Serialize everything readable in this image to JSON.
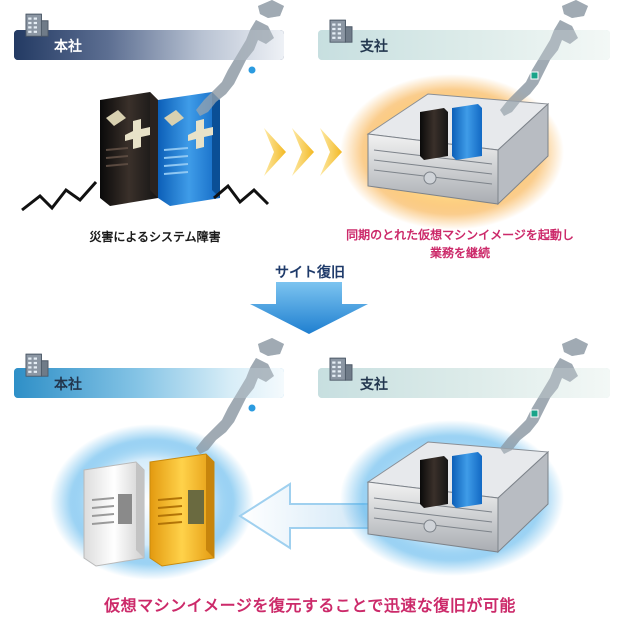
{
  "top": {
    "hq_label": "本社",
    "branch_label": "支社",
    "hq_caption": "災害によるシステム障害",
    "branch_caption_line1": "同期のとれた仮想マシンイメージを起動し",
    "branch_caption_line2": "業務を継続"
  },
  "middle": {
    "arrow_label": "サイト復旧"
  },
  "bottom": {
    "hq_label": "本社",
    "branch_label": "支社",
    "caption": "仮想マシンイメージを復元することで迅速な復旧が可能"
  },
  "colors": {
    "caption_pink": "#cc2a6a",
    "hq_navy": "#233a63",
    "arrow_blue": "#1f7fd0",
    "glow_orange": "#f7a531",
    "glow_blue": "#3aa7e8"
  },
  "icons": [
    "building-icon",
    "japan-map-icon",
    "server-icon",
    "chevron-right-icon",
    "arrow-down-icon",
    "arrow-left-icon"
  ]
}
